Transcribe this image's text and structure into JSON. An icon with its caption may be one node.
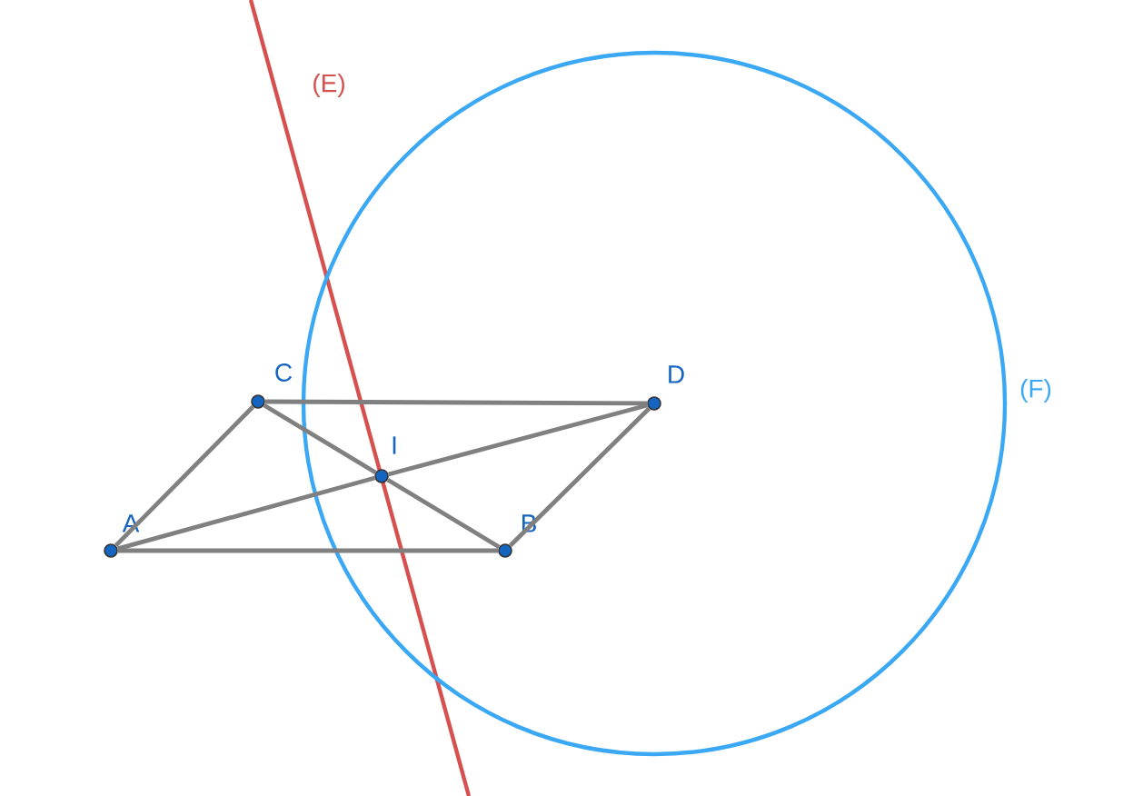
{
  "diagram": {
    "nodes": [
      {
        "text": [],
        "shape": "circle",
        "beside": [
          "A"
        ]
      },
      {
        "text": [],
        "shape": "circle",
        "beside": [
          "B"
        ]
      },
      {
        "text": [],
        "shape": "circle",
        "beside": [
          "C"
        ]
      },
      {
        "text": [],
        "shape": "circle",
        "beside": [
          "D"
        ]
      },
      {
        "text": [],
        "shape": "circle",
        "beside": [
          "I"
        ]
      }
    ],
    "edges": [
      {
        "from": 0,
        "to": 1,
        "arrow": "none"
      },
      {
        "from": 2,
        "to": 3,
        "arrow": "none"
      },
      {
        "from": 0,
        "to": 2,
        "arrow": "none"
      },
      {
        "from": 3,
        "to": 1,
        "arrow": "none"
      },
      {
        "from": 0,
        "to": 4,
        "arrow": "none"
      },
      {
        "from": 4,
        "to": 3,
        "arrow": "none"
      },
      {
        "from": 2,
        "to": 4,
        "arrow": "none"
      },
      {
        "from": 4,
        "to": 1,
        "arrow": "none"
      }
    ],
    "labels": [
      "(E)",
      "(F)"
    ]
  }
}
